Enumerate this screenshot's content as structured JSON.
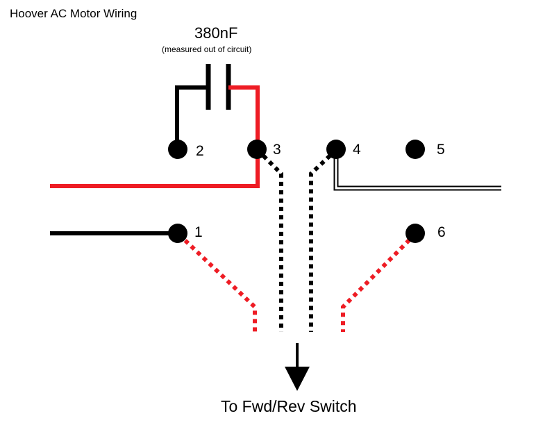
{
  "title": "Hoover AC Motor Wiring",
  "capacitor": {
    "value": "380nF",
    "note": "(measured out of circuit)"
  },
  "terminals": [
    {
      "id": "2",
      "label": "2"
    },
    {
      "id": "3",
      "label": "3"
    },
    {
      "id": "4",
      "label": "4"
    },
    {
      "id": "5",
      "label": "5"
    },
    {
      "id": "1",
      "label": "1"
    },
    {
      "id": "6",
      "label": "6"
    }
  ],
  "destination": "To Fwd/Rev Switch",
  "colors": {
    "red_wire": "#ee1c24",
    "black_wire": "#000000",
    "white_wire": "#ffffff"
  }
}
